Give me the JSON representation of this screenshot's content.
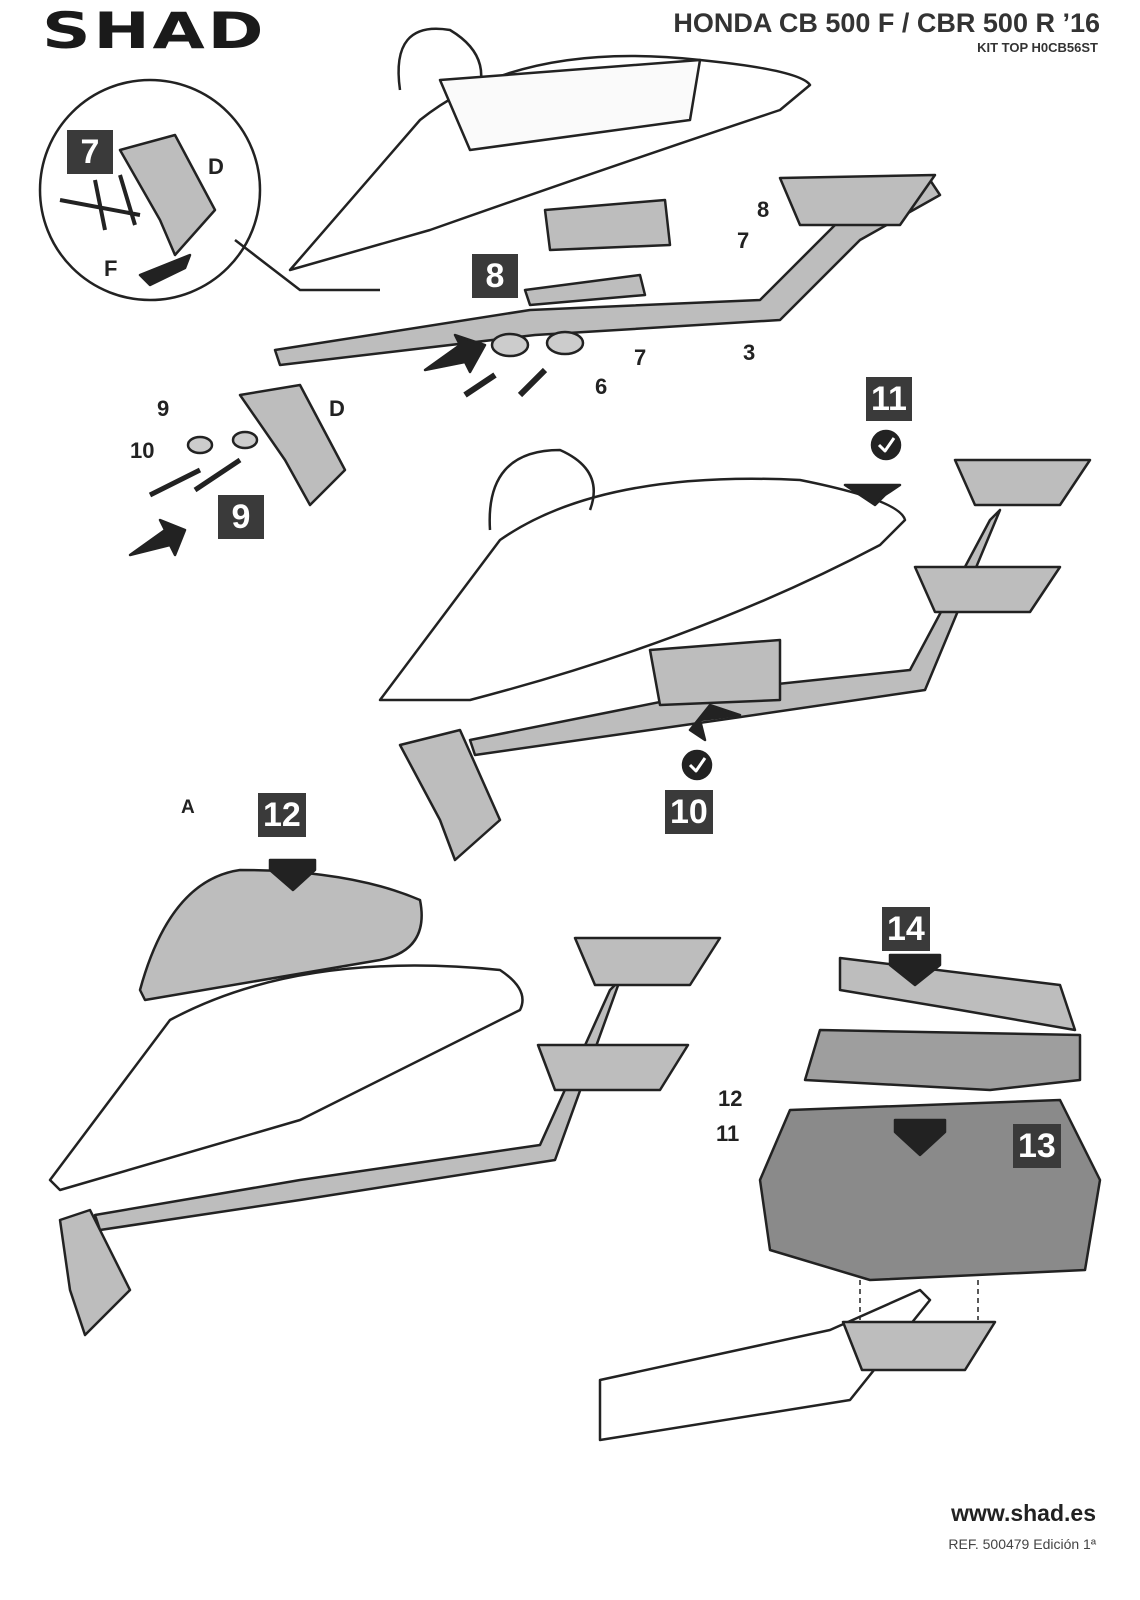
{
  "header": {
    "brand": "SHAD",
    "title": "HONDA CB 500 F / CBR 500 R ’16",
    "subtitle": "KIT TOP H0CB56ST"
  },
  "steps": [
    "7",
    "8",
    "9",
    "10",
    "11",
    "12",
    "13",
    "14"
  ],
  "parts": {
    "d1": "D",
    "f": "F",
    "p8": "8",
    "p7a": "7",
    "p7b": "7",
    "p3": "3",
    "p6": "6",
    "p9": "9",
    "d2": "D",
    "p10": "10",
    "a": "A",
    "p12": "12",
    "p11": "11"
  },
  "footer": {
    "website": "www.shad.es",
    "ref": "REF. 500479 Edición 1ª"
  },
  "colors": {
    "badge": "#3a3a3a",
    "part_fill": "#bdbdbd",
    "line": "#222222"
  }
}
